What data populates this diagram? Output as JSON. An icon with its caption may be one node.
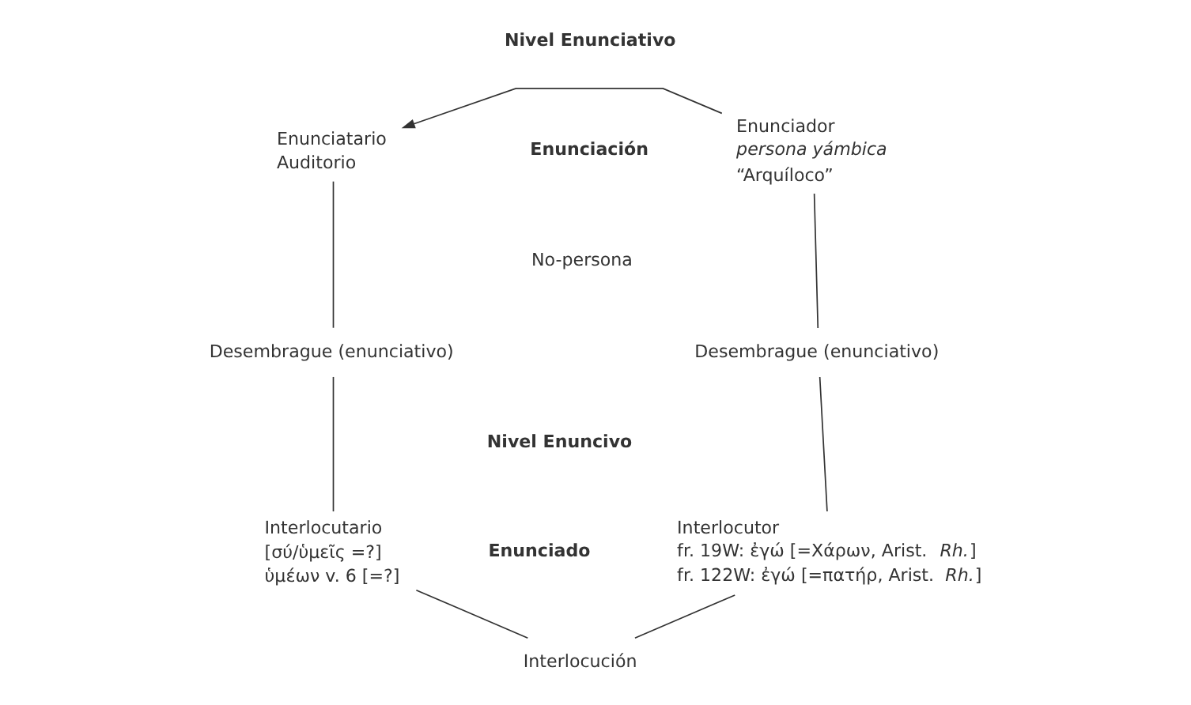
{
  "diagram": {
    "nodes": [
      {
        "text": [
          "Enunciador",
          "*persona yámbica*",
          "“Arquíloco”"
        ]
      },
      {
        "text": [
          "Enunciatario",
          "Auditorio"
        ]
      },
      {
        "text": [
          "Desembrague (enunciativo)"
        ]
      },
      {
        "text": [
          "Desembrague (enunciativo)"
        ]
      },
      {
        "text": [
          "Interlocutor",
          "fr. 19W: ἐγώ [=Χάρων, Arist. *Rh.*]",
          "fr. 122W: ἐγώ [=πατήρ, Arist. *Rh.*]"
        ]
      },
      {
        "text": [
          "Interlocutario",
          "[σύ/ὑμεῖς =?]",
          "ὑμέων v. 6 [=?]"
        ]
      },
      {
        "text": [
          "Interlocución"
        ]
      }
    ],
    "edges": [
      {
        "from": 0,
        "to": 1,
        "arrow": "to"
      },
      {
        "from": 0,
        "to": 2,
        "arrow": "none"
      },
      {
        "from": 1,
        "to": 3,
        "arrow": "none"
      },
      {
        "from": 2,
        "to": 4,
        "arrow": "none"
      },
      {
        "from": 3,
        "to": 5,
        "arrow": "none"
      },
      {
        "from": 4,
        "to": 6,
        "arrow": "none"
      },
      {
        "from": 5,
        "to": 6,
        "arrow": "none"
      }
    ],
    "labels": [
      "Nivel Enunciativo",
      "Enunciación",
      "No-persona",
      "Nivel Enuncivo",
      "Enunciado"
    ]
  }
}
